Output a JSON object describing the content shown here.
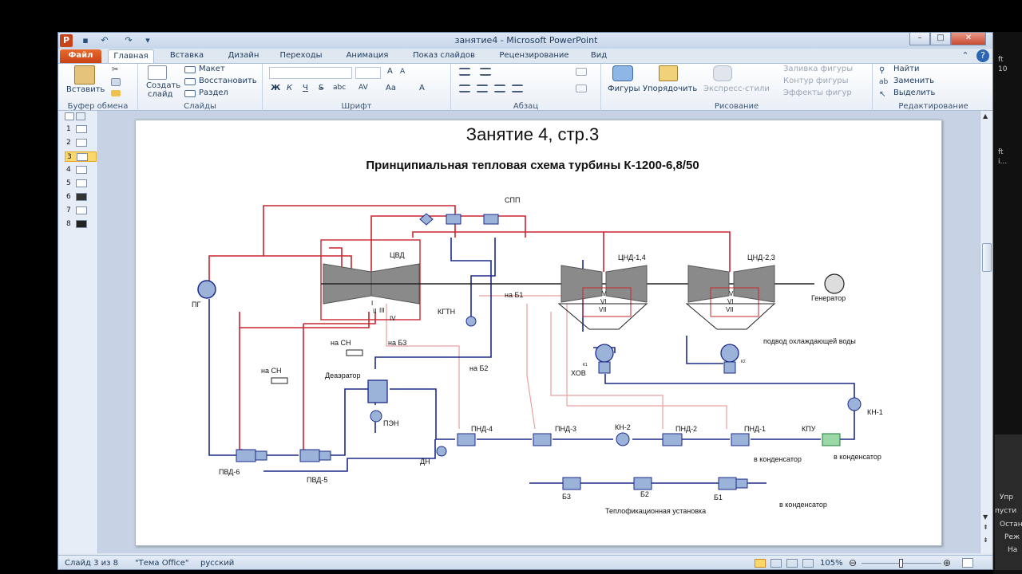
{
  "window": {
    "title": "занятие4 - Microsoft PowerPoint"
  },
  "tabs": [
    "Файл",
    "Главная",
    "Вставка",
    "Дизайн",
    "Переходы",
    "Анимация",
    "Показ слайдов",
    "Рецензирование",
    "Вид"
  ],
  "ribbon": {
    "clipboard": {
      "paste": "Вставить",
      "label": "Буфер обмена"
    },
    "slides": {
      "new_slide_1": "Создать",
      "new_slide_2": "слайд",
      "layout": "Макет",
      "reset": "Восстановить",
      "section": "Раздел",
      "label": "Слайды"
    },
    "font": {
      "label": "Шрифт",
      "bold": "Ж",
      "italic": "К",
      "underline": "Ч",
      "strike": "S",
      "shadow": "abc",
      "spacing": "AV",
      "case": "Aa",
      "grow": "A",
      "shrink": "A"
    },
    "paragraph": {
      "label": "Абзац"
    },
    "drawing": {
      "shapes": "Фигуры",
      "arrange": "Упорядочить",
      "quick_styles": "Экспресс-стили",
      "fill": "Заливка фигуры",
      "outline": "Контур фигуры",
      "effects": "Эффекты фигур",
      "label": "Рисование"
    },
    "editing": {
      "find": "Найти",
      "replace": "Заменить",
      "select": "Выделить",
      "label": "Редактирование"
    }
  },
  "slides_pane": {
    "numbers": [
      "1",
      "2",
      "3",
      "4",
      "5",
      "6",
      "7",
      "8"
    ],
    "selected": "3"
  },
  "slide": {
    "title": "Занятие 4, стр.3",
    "subtitle": "Принципиальная тепловая схема турбины К-1200-6,8/50",
    "labels": {
      "spp": "СПП",
      "tsvd": "ЦВД",
      "tsnd14": "ЦНД-1,4",
      "tsnd23": "ЦНД-2,3",
      "pg": "ПГ",
      "generator": "Генератор",
      "kgtn": "КГТН",
      "na_b1": "на Б1",
      "na_b2": "на Б2",
      "na_b3": "на Б3",
      "na_sn1": "на СН",
      "na_sn2": "на СН",
      "deaerator": "Деаэратор",
      "pen": "ПЭН",
      "dn": "ДН",
      "pnd4": "ПНД-4",
      "pnd3": "ПНД-3",
      "kn2": "КН-2",
      "pnd2": "ПНД-2",
      "pnd1": "ПНД-1",
      "kpu": "КПУ",
      "kn1": "КН-1",
      "pvd6": "ПВД-6",
      "pvd5": "ПВД-5",
      "hov": "ХОВ",
      "cooling": "подвод охлаждающей воды",
      "to_cond1": "в конденсатор",
      "to_cond2": "в конденсатор",
      "to_cond3": "в конденсатор",
      "b1": "Б1",
      "b2": "Б2",
      "b3": "Б3",
      "heating": "Теплофикационная установка",
      "r1": "I",
      "r2": "II",
      "r3": "III",
      "r4": "IV",
      "r5": "V",
      "r6": "VI",
      "r7": "VII",
      "r5b": "V",
      "r6b": "VI",
      "r7b": "VII",
      "k1": "К1",
      "k2": "К2"
    }
  },
  "status": {
    "slide": "Слайд 3 из 8",
    "theme": "\"Тема Office\"",
    "language": "русский",
    "zoom": "105%"
  },
  "right_strip": [
    "ft",
    "10",
    "ft",
    "i...",
    "Упр",
    "пусти",
    "Остан",
    "Реж",
    "На"
  ],
  "colors": {
    "accent": "#c9431a",
    "steam": "#c8252e",
    "water": "#1c2a8c",
    "light_steam": "#e8a0a0"
  }
}
